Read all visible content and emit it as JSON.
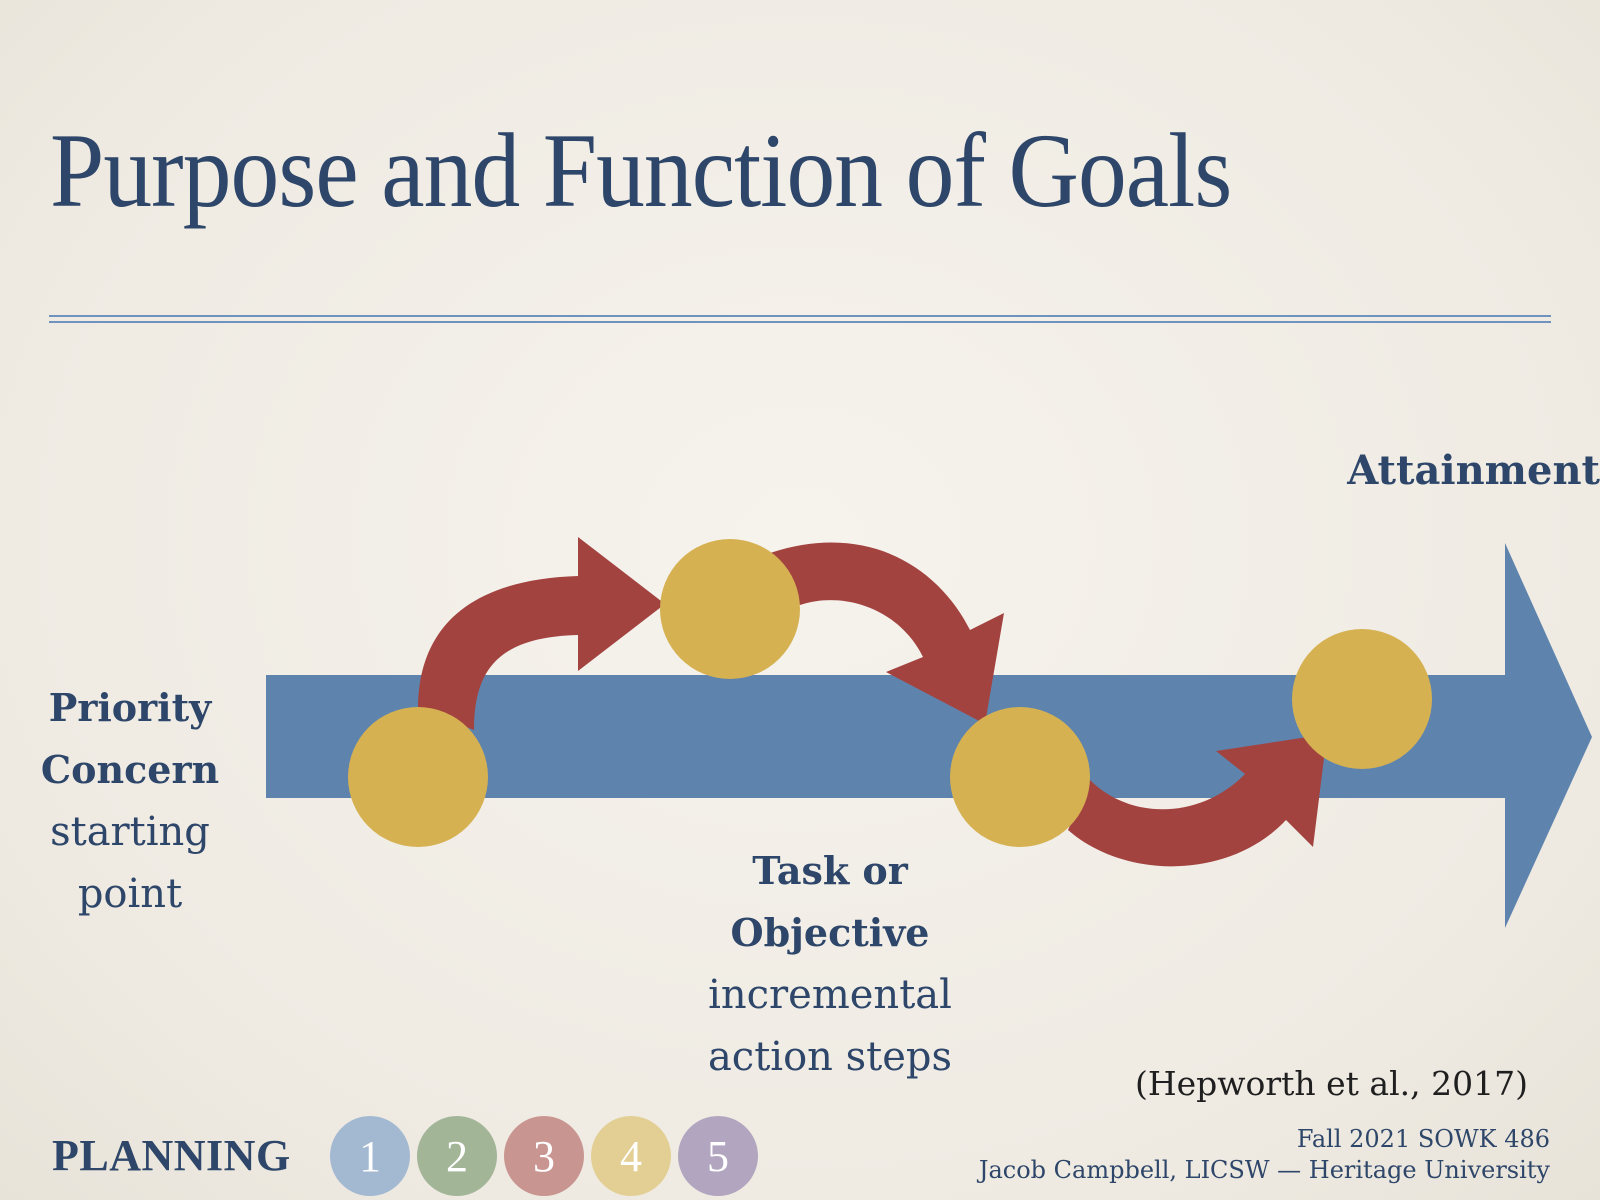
{
  "slide": {
    "title": "Purpose and Function of Goals",
    "colors": {
      "title": "#2d4669",
      "rule": "#6e93bf",
      "main_arrow": "#5e84ae",
      "step_arrow": "#a34340",
      "node": "#d6b152",
      "background": "#f2efe8"
    }
  },
  "diagram": {
    "start_label": {
      "bold_line1": "Priority",
      "bold_line2": "Concern",
      "line3": "starting",
      "line4": "point"
    },
    "middle_label": {
      "bold_line1": "Task or",
      "bold_line2": "Objective",
      "line3": "incremental",
      "line4": "action steps"
    },
    "end_label": "Attainment",
    "nodes": 4,
    "connector_arrows": 3
  },
  "citation": "(Hepworth et al., 2017)",
  "footer": {
    "course": "Fall 2021 SOWK 486",
    "author": "Jacob Campbell, LICSW — Heritage University"
  },
  "planning": {
    "label": "PLANNING",
    "steps": [
      {
        "number": "1",
        "color": "#a3b9d1"
      },
      {
        "number": "2",
        "color": "#a2b597"
      },
      {
        "number": "3",
        "color": "#c99590"
      },
      {
        "number": "4",
        "color": "#e3cf94"
      },
      {
        "number": "5",
        "color": "#b2a5bf"
      }
    ]
  }
}
